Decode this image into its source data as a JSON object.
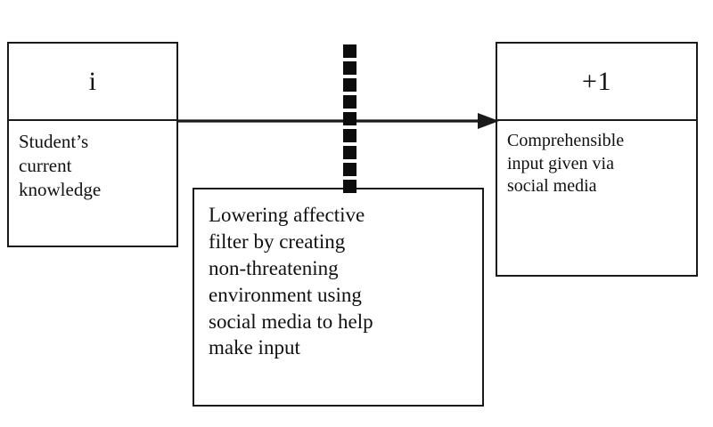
{
  "diagram": {
    "title": "Comprehensible input via social media flow",
    "background_color": "#ffffff",
    "line_color": "#1a1a1a",
    "boxes": {
      "current_knowledge": {
        "header": "i",
        "body": "Student’s\ncurrent\nknowledge"
      },
      "comprehensible_input": {
        "header": "+1",
        "body": "Comprehensible\ninput given via\nsocial media"
      },
      "affective_filter": {
        "body": "Lowering affective\nfilter by creating\nnon-threatening\nenvironment using\nsocial media to help\nmake input"
      }
    },
    "connectors": {
      "arrow": {
        "name": "right-arrow",
        "from": "current_knowledge",
        "to": "comprehensible_input",
        "direction": "right"
      },
      "dotted_line": {
        "name": "vertical-dotted-line",
        "from": "affective_filter",
        "style": "square-dotted",
        "dot_count": 9,
        "orientation": "vertical"
      }
    }
  }
}
